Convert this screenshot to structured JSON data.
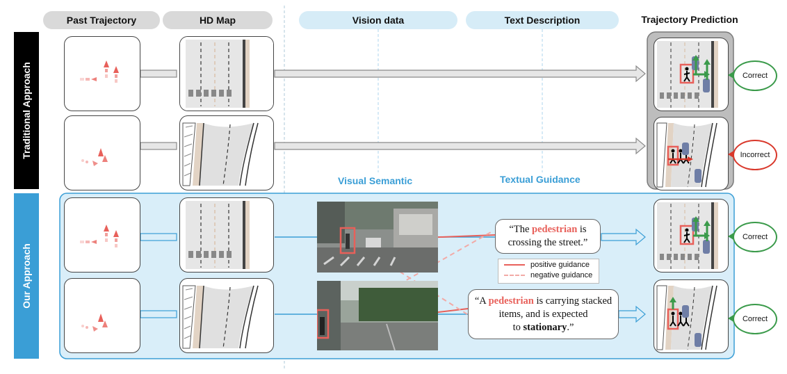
{
  "headers": {
    "past_trajectory": "Past Trajectory",
    "hd_map": "HD Map",
    "vision_data": "Vision data",
    "text_description": "Text Description",
    "trajectory_prediction": "Trajectory Prediction"
  },
  "row_labels": {
    "traditional": "Traditional Approach",
    "ours": "Our Approach"
  },
  "section_labels": {
    "visual_semantic": "Visual Semantic",
    "textual_guidance": "Textual Guidance"
  },
  "quotes": {
    "q1": {
      "pre": "“The ",
      "hl": "pedestrian",
      "post1": " is",
      "line2": "crossing the street.”"
    },
    "q2": {
      "pre": "“A ",
      "hl": "pedestrian",
      "post1": " is carrying stacked",
      "line2": "items, and is expected",
      "line3_pre": "to ",
      "line3_bold": "stationary",
      "line3_post": ".”"
    }
  },
  "legend": {
    "positive": "positive guidance",
    "negative": "negative guidance"
  },
  "verdicts": [
    "Correct",
    "Incorrect",
    "Correct",
    "Correct"
  ],
  "colors": {
    "gray_pill": "#d9d9d9",
    "blue_pill": "#d6ecf7",
    "label_black": "#000000",
    "label_blue": "#3a9ed6",
    "ours_bg": "#d9eef9",
    "correct": "#3a9a4a",
    "incorrect": "#d9382b",
    "trajectory": "#e8605a",
    "arrow_blue": "#3a9ed6"
  }
}
